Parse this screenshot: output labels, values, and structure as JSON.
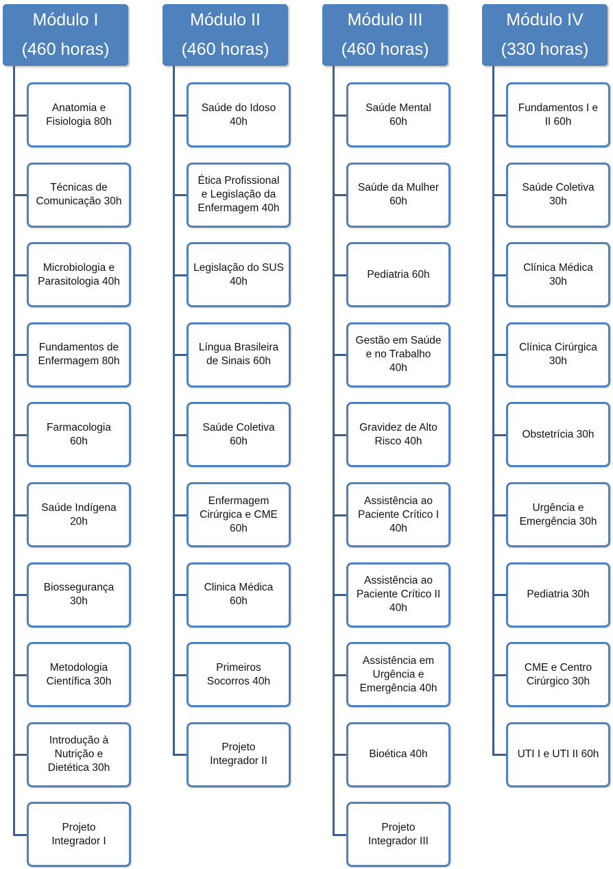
{
  "colors": {
    "header_fill": "#4f81bd",
    "box_border": "#4f81bd",
    "connector": "#3b5f8a"
  },
  "modules": [
    {
      "title": "Módulo I",
      "hours": "(460 horas)",
      "items": [
        "Anatomia e\nFisiologia 80h",
        "Técnicas de\nComunicação 30h",
        "Microbiologia e\nParasitologia 40h",
        "Fundamentos de\nEnfermagem 80h",
        "Farmacologia\n60h",
        "Saúde Indígena\n20h",
        "Biossegurança\n30h",
        "Metodologia\nCientífica 30h",
        "Introdução à\nNutrição e\nDietética  30h",
        "Projeto\nIntegrador I"
      ]
    },
    {
      "title": "Módulo II",
      "hours": "(460 horas)",
      "items": [
        "Saúde do Idoso\n40h",
        "Ética Profissional\ne Legislação da\nEnfermagem 40h",
        "Legislação do SUS\n40h",
        "Língua Brasileira\nde Sinais  60h",
        "Saúde Coletiva\n60h",
        "Enfermagem\nCirúrgica e CME\n60h",
        "Clinica Médica\n60h",
        "Primeiros\nSocorros 40h",
        "Projeto\nIntegrador II"
      ]
    },
    {
      "title": "Módulo III",
      "hours": "(460 horas)",
      "items": [
        "Saúde Mental\n60h",
        "Saúde da Mulher\n60h",
        "Pediatria 60h",
        "Gestão  em Saúde\ne no Trabalho\n40h",
        "Gravidez de Alto\nRisco 40h",
        "Assistência ao\nPaciente Crítico I\n40h",
        "Assistência ao\nPaciente Crítico II\n40h",
        "Assistência em\nUrgência e\nEmergência 40h",
        "Bioética 40h",
        "Projeto\nIntegrador III"
      ]
    },
    {
      "title": "Módulo IV",
      "hours": "(330 horas)",
      "items": [
        "Fundamentos I e\nII 60h",
        "Saúde Coletiva\n30h",
        "Clínica Médica\n30h",
        "Clínica Cirúrgica\n30h",
        "Obstetrícia  30h",
        "Urgência e\nEmergência 30h",
        "Pediatria 30h",
        "CME e Centro\nCirúrgico 30h",
        "UTI I e UTI II 60h"
      ]
    }
  ]
}
